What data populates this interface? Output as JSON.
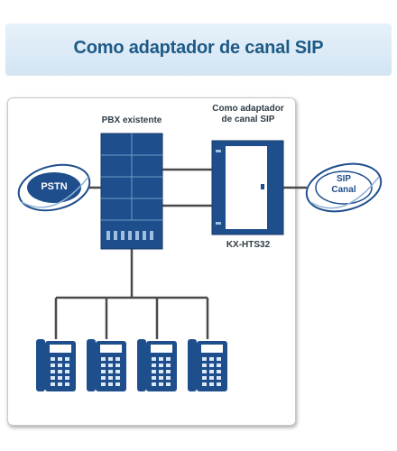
{
  "title": "Como adaptador de canal SIP",
  "labels": {
    "pbx": "PBX existente",
    "adapter_line1": "Como adaptador",
    "adapter_line2": "de canal SIP",
    "model": "KX-HTS32",
    "pstn": "PSTN",
    "sip_line1": "SIP",
    "sip_line2": "Canal"
  },
  "phones": {
    "count": 4
  },
  "colors": {
    "title": "#1d5a86",
    "device": "#1f4e8c",
    "line": "#4a4a4a",
    "cloud_fill": "#1f4e8c",
    "cloud_ring": "#1f4e8c"
  }
}
